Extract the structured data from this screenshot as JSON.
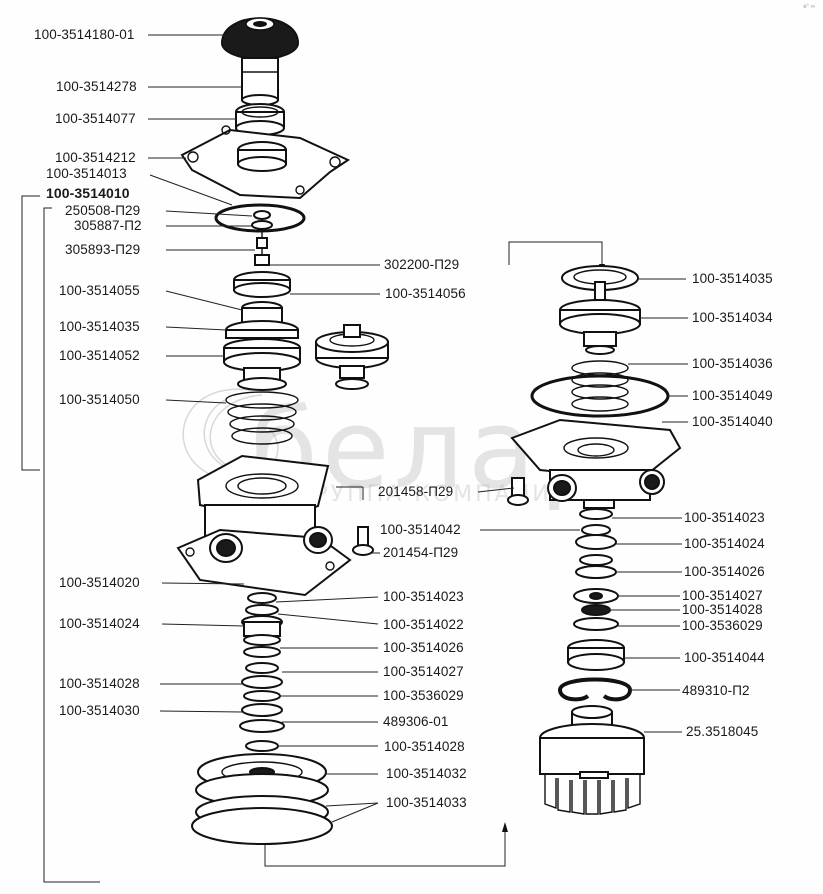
{
  "title": "Exploded parts diagram - brake valve assembly",
  "watermark": {
    "brand": "белар",
    "subtitle": "ГРУППА КОМПАНИЙ"
  },
  "corner_mark": "e° ∞",
  "assembly": {
    "number": "100-3514010",
    "left_column_labels": [
      "100-3514180-01",
      "100-3514278",
      "100-3514077",
      "100-3514212",
      "100-3514013",
      "250508-П29",
      "305887-П2",
      "305893-П29",
      "100-3514055",
      "100-3514035",
      "100-3514052",
      "100-3514050",
      "100-3514020",
      "100-3514024",
      "100-3514028",
      "100-3514030"
    ],
    "center_labels": [
      "302200-П29",
      "100-3514056",
      "201458-П29",
      "100-3514042",
      "201454-П29",
      "100-3514023",
      "100-3514022",
      "100-3514026",
      "100-3514027",
      "100-3536029",
      "489306-01",
      "100-3514028",
      "100-3514032",
      "100-3514033"
    ],
    "right_column_labels": [
      "100-3514035",
      "100-3514034",
      "100-3514036",
      "100-3514049",
      "100-3514040",
      "100-3514023",
      "100-3514024",
      "100-3514026",
      "100-3514027",
      "100-3514028",
      "100-3536029",
      "100-3514044",
      "489310-П2",
      "25.3518045"
    ]
  }
}
